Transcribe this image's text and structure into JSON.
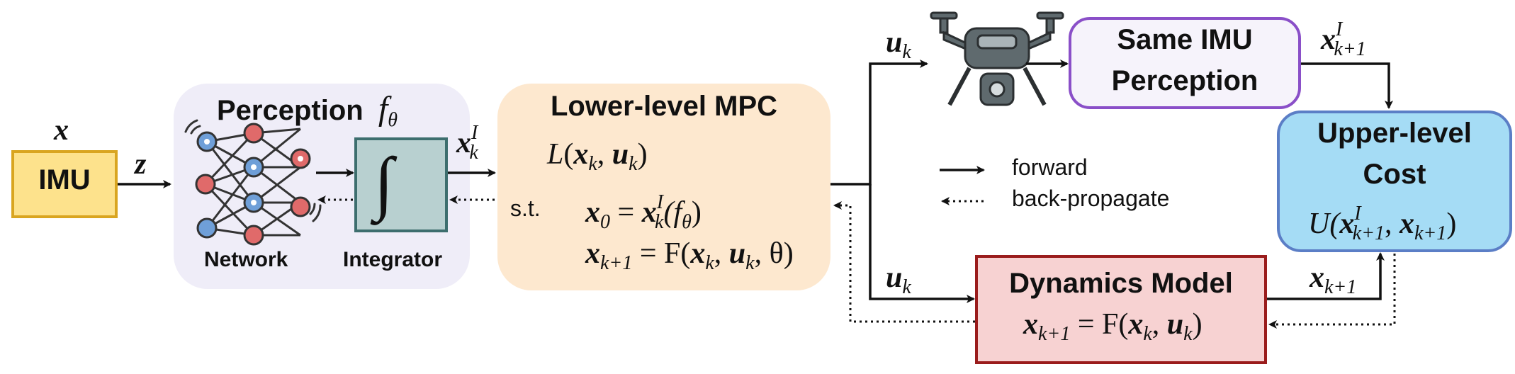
{
  "imu": {
    "label": "IMU",
    "input_var": "x",
    "output_var": "z"
  },
  "perception": {
    "title": "Perception",
    "func": "f",
    "func_sub": "θ",
    "network_label": "Network",
    "integrator_label": "Integrator",
    "integrator_symbol": "∫",
    "output_var": "x",
    "output_sup": "I",
    "output_sub": "k"
  },
  "mpc": {
    "title": "Lower-level MPC",
    "objective_f": "L",
    "objective_open": "(",
    "objective_x": "x",
    "objective_x_sub": "k",
    "objective_comma": ", ",
    "objective_u": "u",
    "objective_u_sub": "k",
    "objective_close": ")",
    "st_label": "s.t.",
    "c1_x": "x",
    "c1_x_sub": "0",
    "c1_eq": " = ",
    "c1_r": "x",
    "c1_r_sup": "I",
    "c1_r_sub": "k",
    "c1_arg": "(f",
    "c1_arg_sub": "θ",
    "c1_arg_close": ")",
    "c2_x": "x",
    "c2_x_sub": "k+1",
    "c2_eq": " = F(",
    "c2_a": "x",
    "c2_a_sub": "k",
    "c2_sep": ", ",
    "c2_b": "u",
    "c2_b_sub": "k",
    "c2_tail": ", θ)"
  },
  "control": {
    "var": "u",
    "sub": "k"
  },
  "same_imu": {
    "line1": "Same IMU",
    "line2": "Perception",
    "out_var": "x",
    "out_sup": "I",
    "out_sub": "k+1"
  },
  "legend": {
    "forward": "forward",
    "back": "back-propagate"
  },
  "upper": {
    "line1": "Upper-level",
    "line2": "Cost",
    "f": "U(",
    "a": "x",
    "a_sup": "I",
    "a_sub": "k+1",
    "sep": ", ",
    "b": "x",
    "b_sub": "k+1",
    "close": ")"
  },
  "dynamics": {
    "title": "Dynamics Model",
    "lhs": "x",
    "lhs_sub": "k+1",
    "eq": " = F(",
    "a": "x",
    "a_sub": "k",
    "sep": ", ",
    "b": "u",
    "b_sub": "k",
    "close": ")",
    "out_var": "x",
    "out_sub": "k+1"
  },
  "colors": {
    "imu_fill": "#fde28c",
    "imu_border": "#d9a520",
    "perception_fill": "#efedf8",
    "integrator_fill": "#b8d0d0",
    "integrator_border": "#3d6e6e",
    "mpc_fill": "#fde8cf",
    "same_imu_border": "#8a4fc8",
    "same_imu_fill": "#f6f3fb",
    "upper_fill": "#a5dcf5",
    "upper_border": "#5b7ec6",
    "dyn_fill": "#f7d2d2",
    "dyn_border": "#9a1c1c",
    "node_red": "#e06a6a",
    "node_blue": "#6f9fd8",
    "drone_gray": "#5f6a6e"
  }
}
